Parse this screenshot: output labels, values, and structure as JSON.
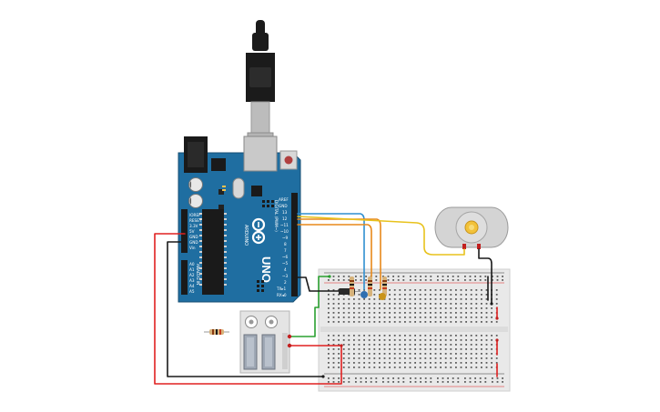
{
  "board": {
    "model": "UNO",
    "brand": "ARDUINO",
    "header_top_labels": [
      "AREF",
      "GND",
      "13",
      "12",
      "~11",
      "~10",
      "~9",
      "8",
      "7",
      "~6",
      "~5",
      "4",
      "~3",
      "2",
      "TX▸1",
      "RX◂0"
    ],
    "header_left_labels": [
      "IOREF",
      "RESET",
      "3.3V",
      "5V",
      "GND",
      "GND",
      "Vin"
    ],
    "analog_labels": [
      "A0",
      "A1",
      "A2",
      "A3",
      "A4",
      "A5"
    ],
    "section_labels": {
      "power": "POWER",
      "analog": "ANALOG IN",
      "digital": "DIGITAL (PWM~)"
    },
    "led_labels": [
      "L",
      "TX",
      "RX"
    ],
    "on_label": "ON"
  },
  "colors": {
    "board_blue": "#1f6ea1",
    "wire_red": "#e02020",
    "wire_black": "#1a1a1a",
    "wire_green": "#2aa030",
    "wire_blue": "#2f8fd0",
    "wire_orange": "#e8891a",
    "wire_yellow": "#e8c21c",
    "breadboard": "#e9e9e9"
  },
  "components": {
    "motor": "dc-motor",
    "relay": "relay-module",
    "diode": "diode",
    "resistors": [
      "resistor",
      "resistor",
      "resistor",
      "resistor"
    ]
  }
}
